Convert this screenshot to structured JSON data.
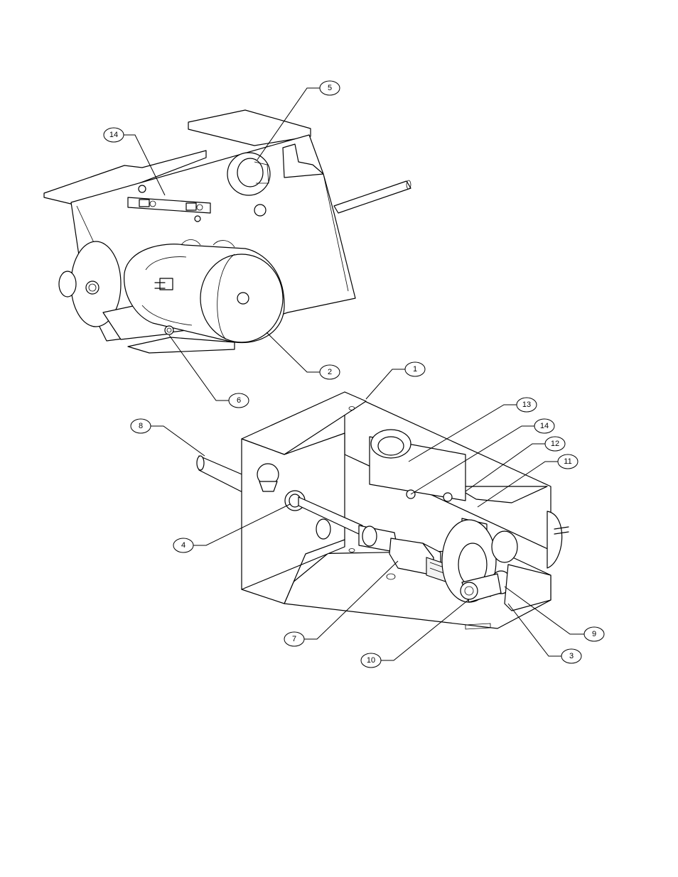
{
  "callouts": [
    {
      "id": "c5",
      "label": "5"
    },
    {
      "id": "c14a",
      "label": "14"
    },
    {
      "id": "c2",
      "label": "2"
    },
    {
      "id": "c6",
      "label": "6"
    },
    {
      "id": "c1",
      "label": "1"
    },
    {
      "id": "c13",
      "label": "13"
    },
    {
      "id": "c14b",
      "label": "14"
    },
    {
      "id": "c12",
      "label": "12"
    },
    {
      "id": "c11",
      "label": "11"
    },
    {
      "id": "c8",
      "label": "8"
    },
    {
      "id": "c4",
      "label": "4"
    },
    {
      "id": "c9",
      "label": "9"
    },
    {
      "id": "c3",
      "label": "3"
    },
    {
      "id": "c7",
      "label": "7"
    },
    {
      "id": "c10",
      "label": "10"
    }
  ]
}
